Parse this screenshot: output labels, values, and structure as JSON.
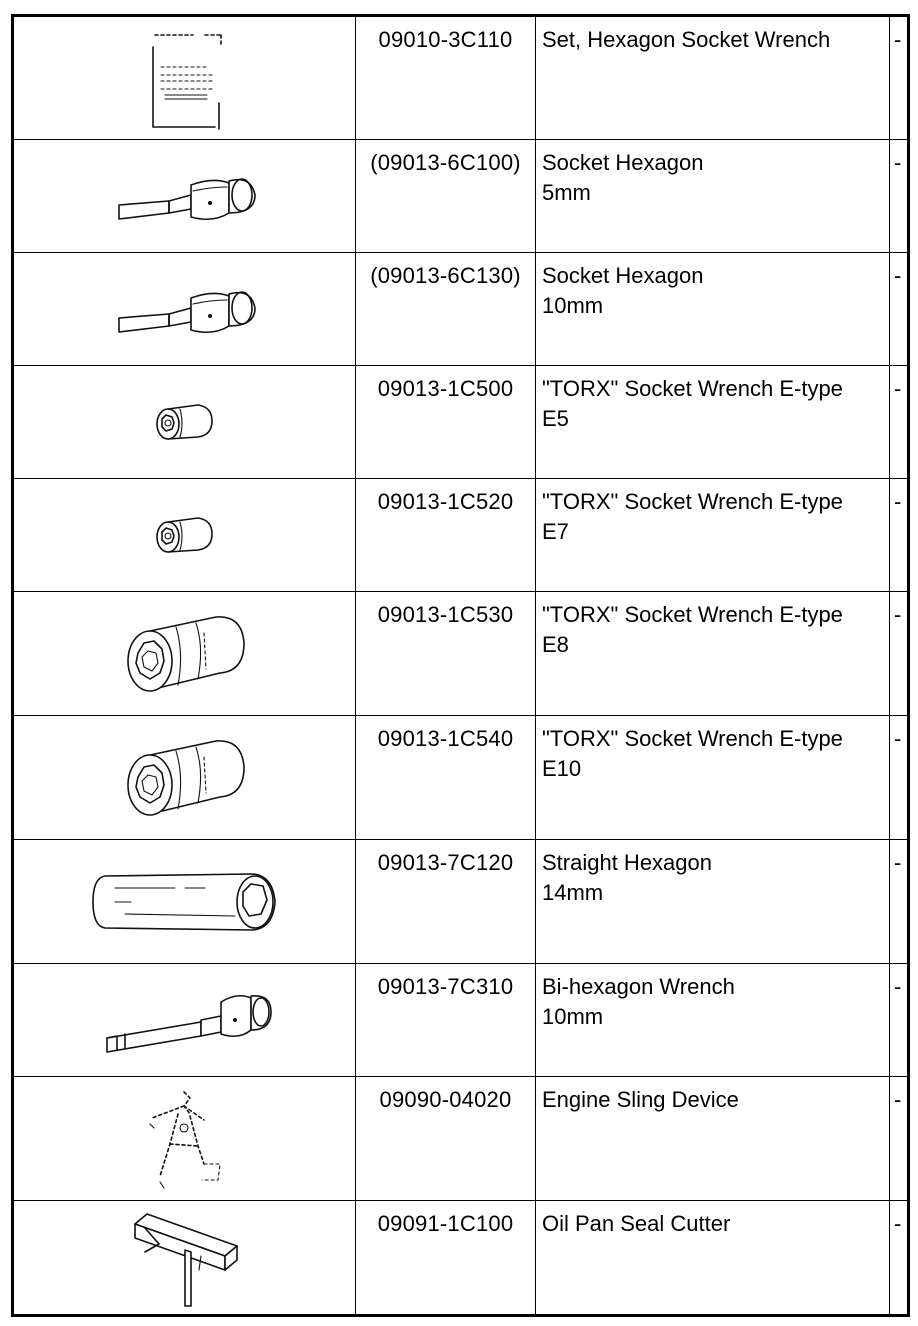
{
  "rows": [
    {
      "icon": "hex-socket-wrench-set-icon",
      "part_number": "09010-3C110",
      "name": "Set, Hexagon Socket Wrench",
      "note": "-"
    },
    {
      "icon": "hex-socket-bit-icon",
      "part_number": "(09013-6C100)",
      "name": "Socket Hexagon\n5mm",
      "note": "-"
    },
    {
      "icon": "hex-socket-bit-icon",
      "part_number": "(09013-6C130)",
      "name": "Socket Hexagon\n10mm",
      "note": "-"
    },
    {
      "icon": "torx-socket-small-icon",
      "part_number": "09013-1C500",
      "name": "\"TORX\" Socket Wrench E-type\nE5",
      "note": "-"
    },
    {
      "icon": "torx-socket-small-icon",
      "part_number": "09013-1C520",
      "name": "\"TORX\" Socket Wrench E-type\nE7",
      "note": "-"
    },
    {
      "icon": "torx-socket-large-icon",
      "part_number": "09013-1C530",
      "name": "\"TORX\" Socket Wrench E-type\nE8",
      "note": "-"
    },
    {
      "icon": "torx-socket-large-icon",
      "part_number": "09013-1C540",
      "name": "\"TORX\" Socket Wrench E-type\nE10",
      "note": "-"
    },
    {
      "icon": "straight-hexagon-tube-icon",
      "part_number": "09013-7C120",
      "name": "Straight Hexagon\n14mm",
      "note": "-"
    },
    {
      "icon": "bi-hexagon-wrench-icon",
      "part_number": "09013-7C310",
      "name": "Bi-hexagon Wrench\n10mm",
      "note": "-"
    },
    {
      "icon": "engine-sling-device-icon",
      "part_number": "09090-04020",
      "name": "Engine Sling Device",
      "note": "-"
    },
    {
      "icon": "oil-pan-seal-cutter-icon",
      "part_number": "09091-1C100",
      "name": "Oil Pan Seal Cutter",
      "note": "-"
    }
  ]
}
